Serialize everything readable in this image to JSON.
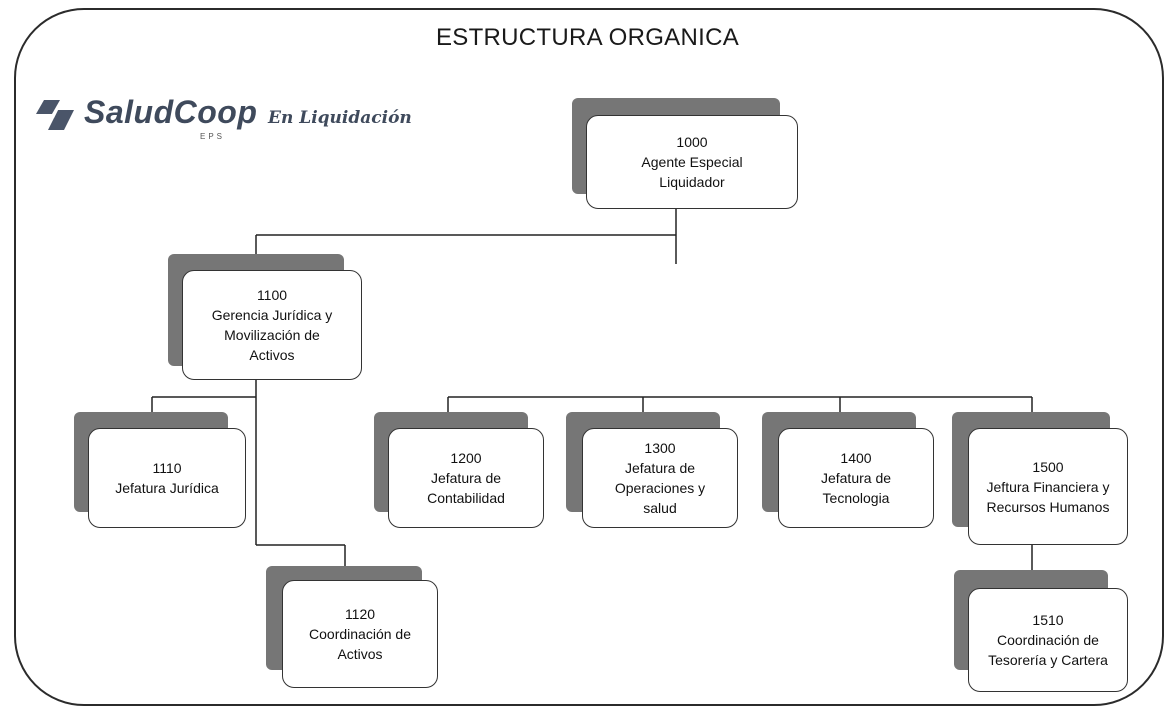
{
  "title": "ESTRUCTURA ORGANICA",
  "logo": {
    "name": "SaludCoop",
    "eps": "EPS",
    "subtitle": "En Liquidación"
  },
  "nodes": {
    "n1000": {
      "code": "1000",
      "label": "Agente  Especial\nLiquidador"
    },
    "n1100": {
      "code": "1100",
      "label": "Gerencia Jurídica y\nMovilización de\nActivos"
    },
    "n1110": {
      "code": "1110",
      "label": "Jefatura Jurídica"
    },
    "n1120": {
      "code": "1120",
      "label": "Coordinación de\nActivos"
    },
    "n1200": {
      "code": "1200",
      "label": "Jefatura de\nContabilidad"
    },
    "n1300": {
      "code": "1300",
      "label": "Jefatura de\nOperaciones y\nsalud"
    },
    "n1400": {
      "code": "1400",
      "label": "Jefatura de\nTecnologia"
    },
    "n1500": {
      "code": "1500",
      "label": "Jeftura Financiera y\nRecursos Humanos"
    },
    "n1510": {
      "code": "1510",
      "label": "Coordinación de\nTesorería y Cartera"
    }
  },
  "colors": {
    "shadow": "#767676",
    "border": "#333333",
    "logo": "#3f4a5c"
  }
}
